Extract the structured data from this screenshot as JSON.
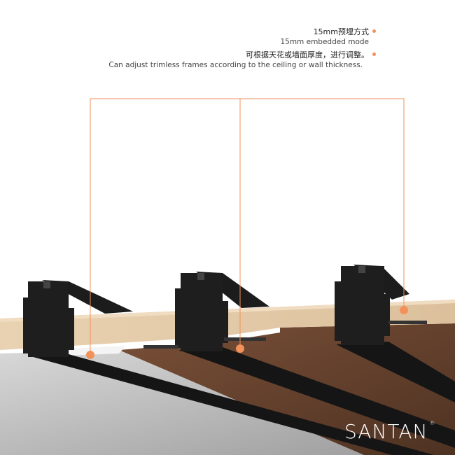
{
  "captions": {
    "title_zh": "15mm预埋方式",
    "title_en": "15mm embedded mode",
    "desc_zh": "可根据天花或墙面厚度，进行调整。",
    "desc_en": "Can adjust trimless frames according to the ceiling or wall thickness."
  },
  "brand": {
    "name": "SANTAN",
    "mark": "®"
  },
  "colors": {
    "accent": "#f2925a",
    "profile": "#1c1c1c",
    "light_wood": "#e6cba8",
    "dark_wood": "#6b4631",
    "ceiling": "#c8c8c8"
  }
}
